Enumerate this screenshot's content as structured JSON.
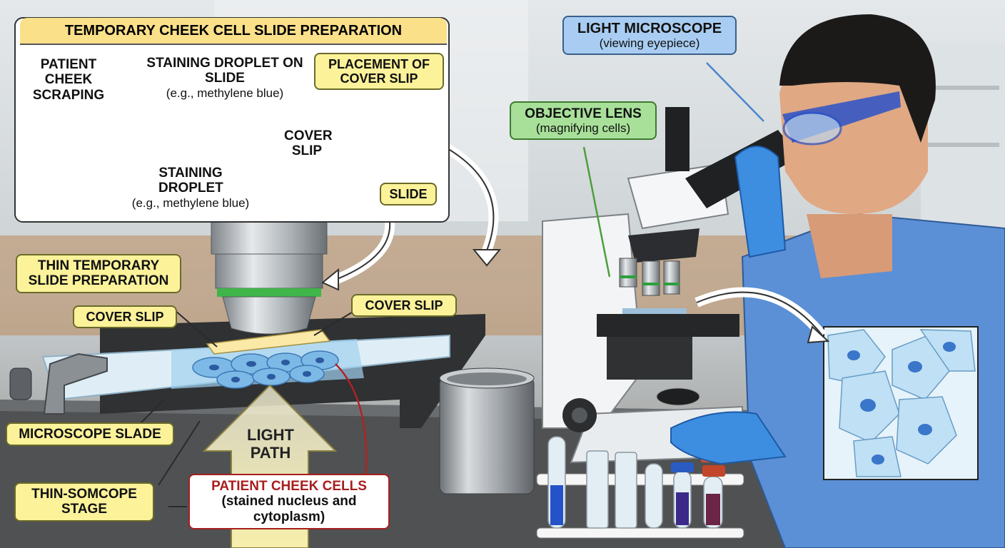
{
  "prep_panel": {
    "title": "TEMPORARY CHEEK CELL SLIDE PREPARATION",
    "step_scraping": "PATIENT CHEEK SCRAPING",
    "step_droplet_on_slide": "STAINING DROPLET ON SLIDE",
    "step_droplet_on_slide_sub": "(e.g., methylene blue)",
    "step_placement": "PLACEMENT OF COVER SLIP",
    "step_cover_slip": "COVER SLIP",
    "step_staining_droplet": "STAINING DROPLET",
    "step_staining_droplet_sub": "(e.g., methylene blue)",
    "step_slide": "SLIDE"
  },
  "labels": {
    "light_microscope": "LIGHT MICROSCOPE",
    "light_microscope_sub": "(viewing eyepiece)",
    "objective_lens": "OBJECTIVE LENS",
    "objective_lens_sub": "(magnifying cells)",
    "thin_temporary": "THIN TEMPORARY SLIDE PREPARATION",
    "cover_slip_left": "COVER SLIP",
    "cover_slip_right": "COVER SLIP",
    "microscope_slade": "MICROSCOPE SLADE",
    "stage": "THIN-SOMCOPE STAGE",
    "light_path": "LIGHT PATH",
    "cheek_cells": "PATIENT CHEEK CELLS",
    "cheek_cells_sub": "(stained nucleus and cytoplasm)"
  },
  "colors": {
    "label_yellow": "#fbf29a",
    "label_blue": "#a9cdf2",
    "label_green": "#a8e09a",
    "label_red_border": "#a81e1e",
    "stain_blue": "#3b6fd0",
    "lab_coat": "#5b8fd6",
    "glove": "#3d8ee0"
  }
}
